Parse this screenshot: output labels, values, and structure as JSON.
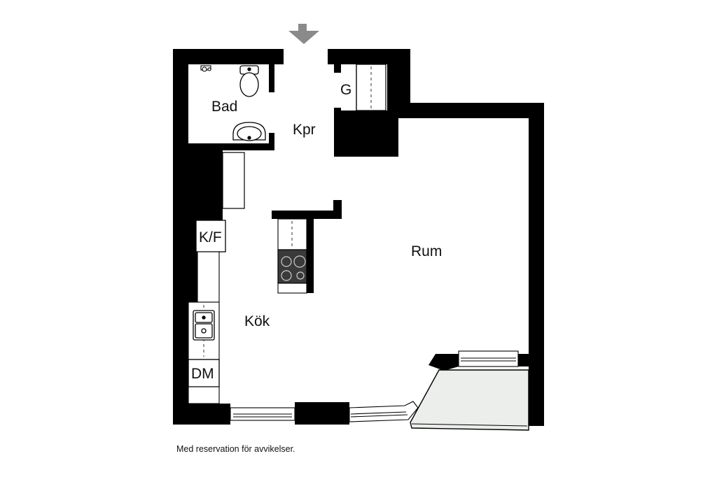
{
  "rooms": {
    "bad": "Bad",
    "kpr": "Kpr",
    "g": "G",
    "rum": "Rum",
    "kok": "Kök",
    "kf": "K/F",
    "dm": "DM"
  },
  "footer": {
    "disclaimer": "Med reservation för avvikelser."
  },
  "colors": {
    "wall": "#000000",
    "balcony": "#ebeeeb",
    "arrow": "#8a8a8a",
    "stove": "#3a3a3a"
  }
}
